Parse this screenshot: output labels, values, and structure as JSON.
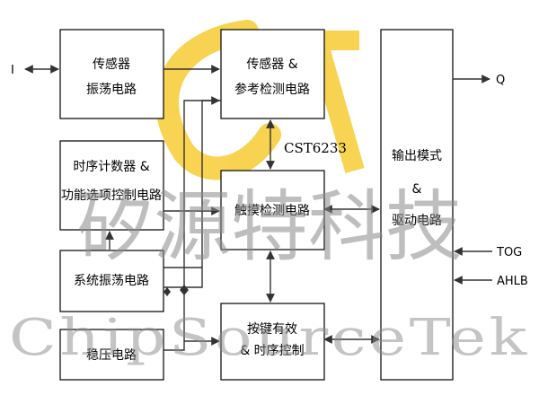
{
  "blocks": {
    "sensor_osc": [
      "传感器",
      "振荡电路"
    ],
    "sensor_ref": [
      "传感器 &",
      "参考检测电路"
    ],
    "timing_counter": [
      "时序计数器 &",
      "功能选项控制电路"
    ],
    "touch_detect": [
      "触摸检测电路"
    ],
    "sys_osc": [
      "系统振荡电路"
    ],
    "regulator": [
      "稳压电路"
    ],
    "key_valid": [
      "按键有效",
      "& 时序控制"
    ],
    "output_driver": [
      "输出模式",
      "&",
      "驱动电路"
    ]
  },
  "chip_label": "CST6233",
  "signals": {
    "input_i": "I",
    "output_q": "Q",
    "tog": "TOG",
    "ahlb": "AHLB"
  },
  "watermark": {
    "chinese": "矽源特科技",
    "english": "ChipSourceTek"
  },
  "logo": {
    "letters": "CST",
    "accent_color": "#f5c518"
  }
}
